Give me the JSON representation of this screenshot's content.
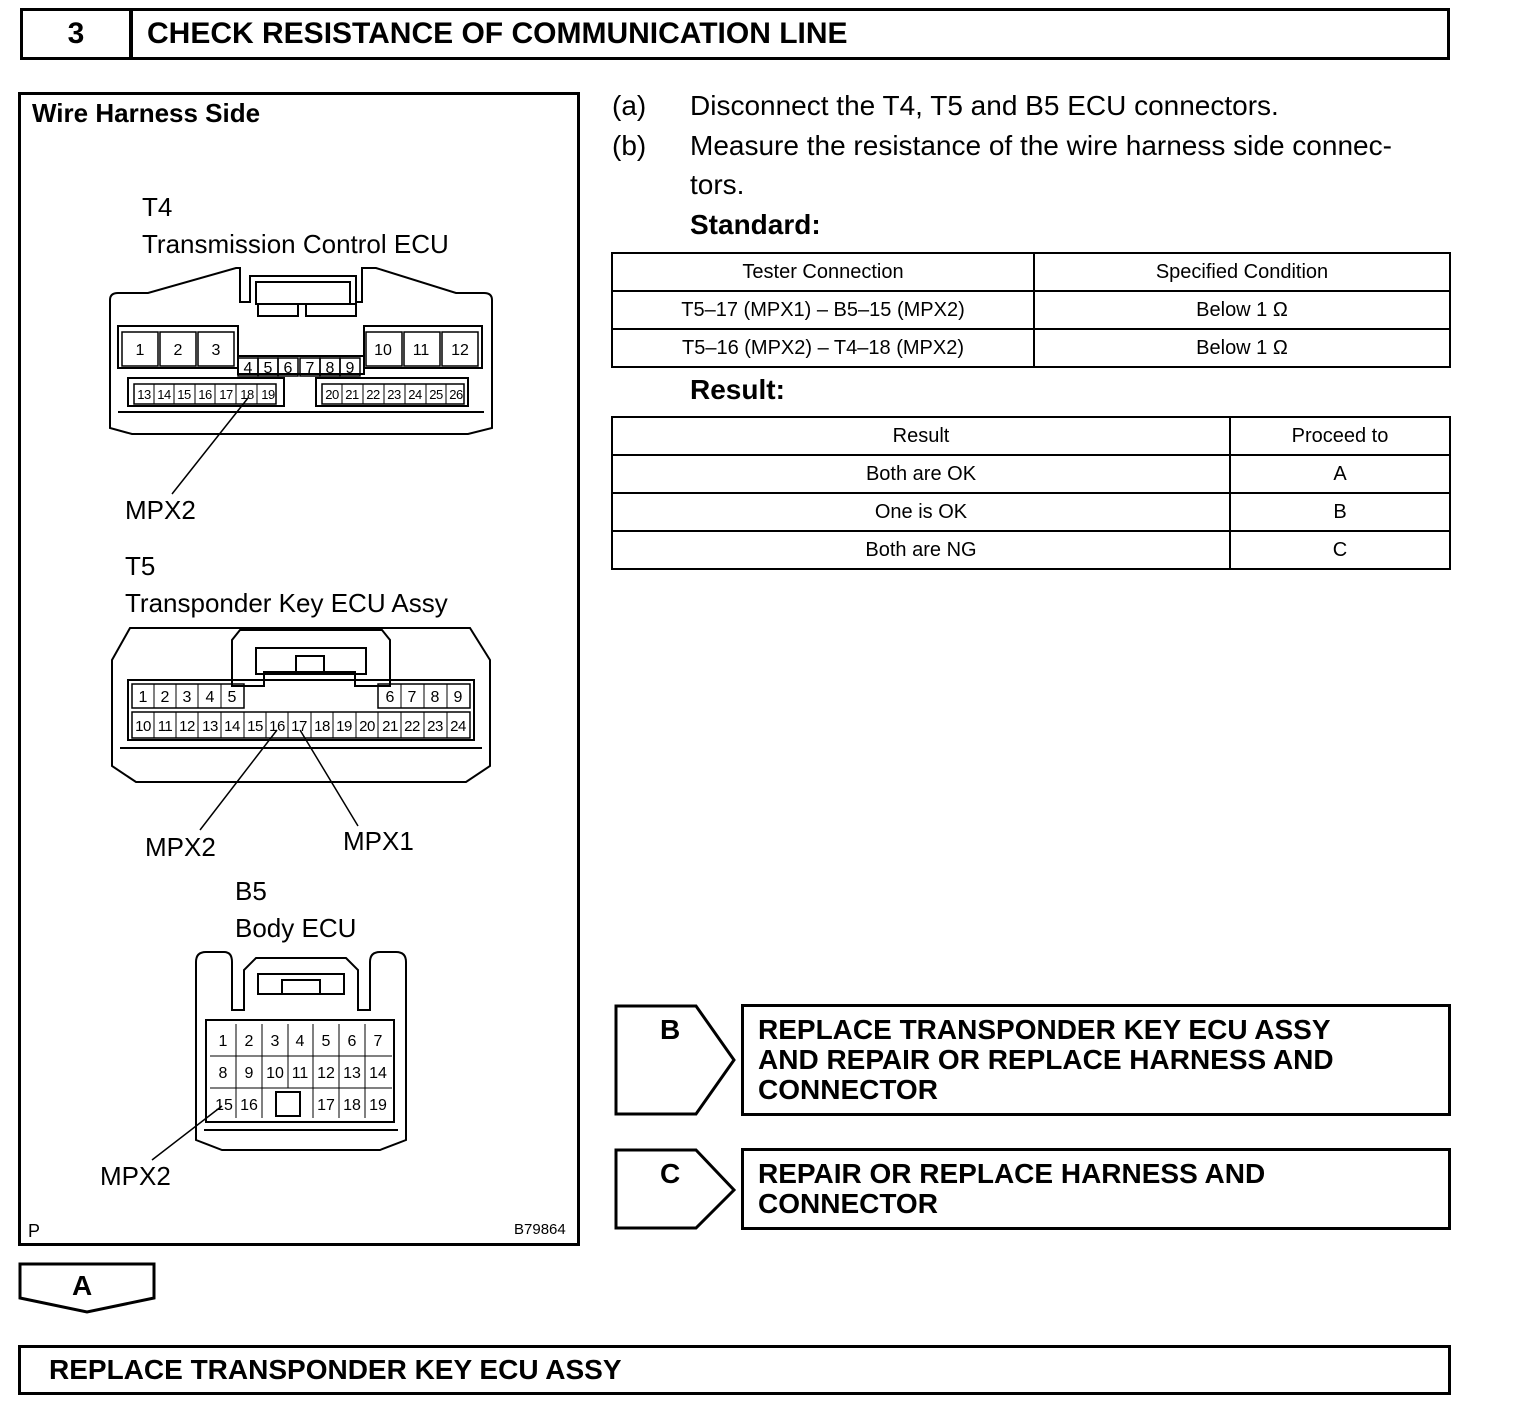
{
  "header": {
    "step_number": "3",
    "title": "CHECK RESISTANCE OF COMMUNICATION LINE"
  },
  "diagram": {
    "panel_title": "Wire Harness Side",
    "t4": {
      "code": "T4",
      "name": "Transmission Control ECU",
      "label_mpx2": "MPX2",
      "pins_top_left": [
        "1",
        "2",
        "3"
      ],
      "pins_top_mid": [
        "4",
        "5",
        "6",
        "7",
        "8",
        "9"
      ],
      "pins_top_right": [
        "10",
        "11",
        "12"
      ],
      "pins_bottom_left": [
        "13",
        "14",
        "15",
        "16",
        "17",
        "18",
        "19"
      ],
      "pins_bottom_right": [
        "20",
        "21",
        "22",
        "23",
        "24",
        "25",
        "26"
      ]
    },
    "t5": {
      "code": "T5",
      "name": "Transponder Key ECU Assy",
      "label_mpx2": "MPX2",
      "label_mpx1": "MPX1",
      "pins_top_left": [
        "1",
        "2",
        "3",
        "4",
        "5"
      ],
      "pins_top_right": [
        "6",
        "7",
        "8",
        "9"
      ],
      "pins_bottom": [
        "10",
        "11",
        "12",
        "13",
        "14",
        "15",
        "16",
        "17",
        "18",
        "19",
        "20",
        "21",
        "22",
        "23",
        "24"
      ]
    },
    "b5": {
      "code": "B5",
      "name": "Body ECU",
      "label_mpx2": "MPX2",
      "row1": [
        "1",
        "2",
        "3",
        "4",
        "5",
        "6",
        "7"
      ],
      "row2": [
        "8",
        "9",
        "10",
        "11",
        "12",
        "13",
        "14"
      ],
      "row3_left": [
        "15",
        "16"
      ],
      "row3_right": [
        "17",
        "18",
        "19"
      ]
    },
    "footer_left": "P",
    "footer_right": "B79864"
  },
  "instructions": {
    "a_marker": "(a)",
    "a_text": "Disconnect the T4, T5 and B5 ECU connectors.",
    "b_marker": "(b)",
    "b_text_line1": "Measure the resistance of the wire harness side connec-",
    "b_text_line2": "tors.",
    "standard_label": "Standard:",
    "result_label": "Result:"
  },
  "standard_table": {
    "headers": [
      "Tester Connection",
      "Specified Condition"
    ],
    "rows": [
      [
        "T5–17 (MPX1) – B5–15 (MPX2)",
        "Below 1 Ω"
      ],
      [
        "T5–16 (MPX2) – T4–18 (MPX2)",
        "Below 1 Ω"
      ]
    ]
  },
  "result_table": {
    "headers": [
      "Result",
      "Proceed to"
    ],
    "rows": [
      [
        "Both are OK",
        "A"
      ],
      [
        "One is OK",
        "B"
      ],
      [
        "Both are NG",
        "C"
      ]
    ]
  },
  "branches": {
    "b_letter": "B",
    "b_line1": "REPLACE TRANSPONDER KEY ECU ASSY",
    "b_line2": "AND REPAIR OR REPLACE HARNESS AND",
    "b_line3": "CONNECTOR",
    "c_letter": "C",
    "c_line1": "REPAIR OR REPLACE HARNESS AND",
    "c_line2": "CONNECTOR",
    "a_letter": "A"
  },
  "final_action": "REPLACE TRANSPONDER KEY ECU ASSY"
}
